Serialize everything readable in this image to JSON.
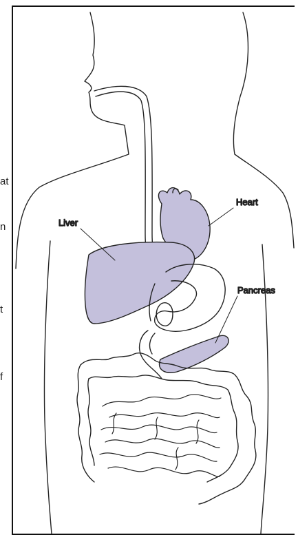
{
  "edge_fragments": [
    "at",
    "n",
    "t",
    "f"
  ],
  "labels": {
    "heart": "Heart",
    "liver": "Liver",
    "pancreas": "Pancreas"
  },
  "colors": {
    "organ_fill": "#c4c0dc",
    "outline": "#222222"
  }
}
